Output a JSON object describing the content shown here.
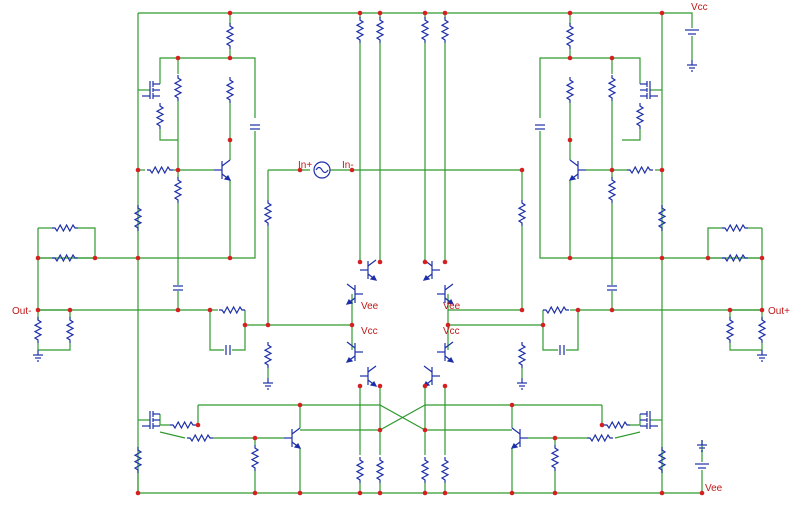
{
  "colors": {
    "background": "#ffffff",
    "wire": "#2f9a2f",
    "component": "#1c2fa8",
    "node": "#d42020",
    "label": "#c01818"
  },
  "labels": {
    "vcc_top": "Vcc",
    "vee_bottom": "Vee",
    "in_plus": "In+",
    "in_minus": "In-",
    "out_minus": "Out-",
    "out_plus": "Out+",
    "vee_left_stage": "Vee",
    "vcc_left_stage": "Vcc",
    "vee_right_stage": "Vee",
    "vcc_right_stage": "Vcc"
  },
  "icons": {
    "source": "ac-voltage-source-icon",
    "resistor": "resistor-icon",
    "capacitor": "capacitor-icon",
    "bjt": "bjt-transistor-icon",
    "mosfet": "mosfet-icon",
    "ground": "ground-icon",
    "battery": "battery-icon"
  }
}
